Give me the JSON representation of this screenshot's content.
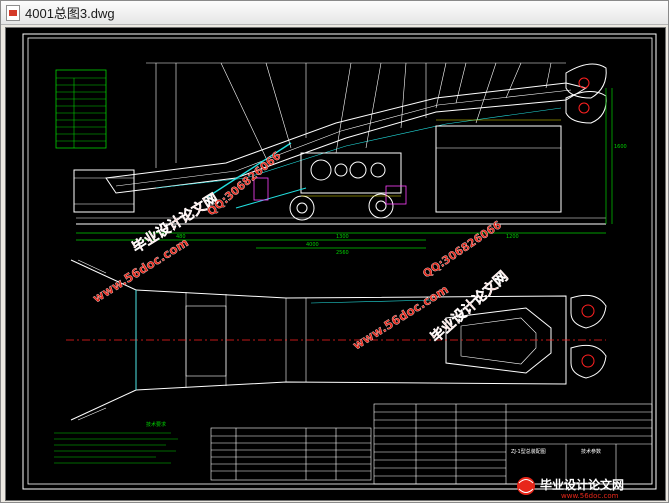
{
  "window": {
    "title": "4001总图3.dwg"
  },
  "drawing": {
    "title_block_caption": "ZJ-1型总装配图",
    "dimension_labels": [
      "480",
      "1300",
      "4000",
      "2560",
      "1600",
      "1200"
    ],
    "notes_heading": "技术要求",
    "parts_table_heading": "技术参数"
  },
  "watermarks": {
    "brand_cn": "毕业设计论文网",
    "site": "www.56doc.com",
    "qq": "QQ:306826066"
  },
  "footer": {
    "logo_text": "毕业设计论文网",
    "site_text": "www.56doc.com"
  },
  "colors": {
    "cad_background": "#000000",
    "line_white": "#ffffff",
    "line_green": "#00d200",
    "line_red": "#ff2020",
    "line_cyan": "#22e0e0",
    "line_yellow": "#e8e000",
    "line_magenta": "#ff40ff",
    "watermark_red": "#e8271a"
  }
}
